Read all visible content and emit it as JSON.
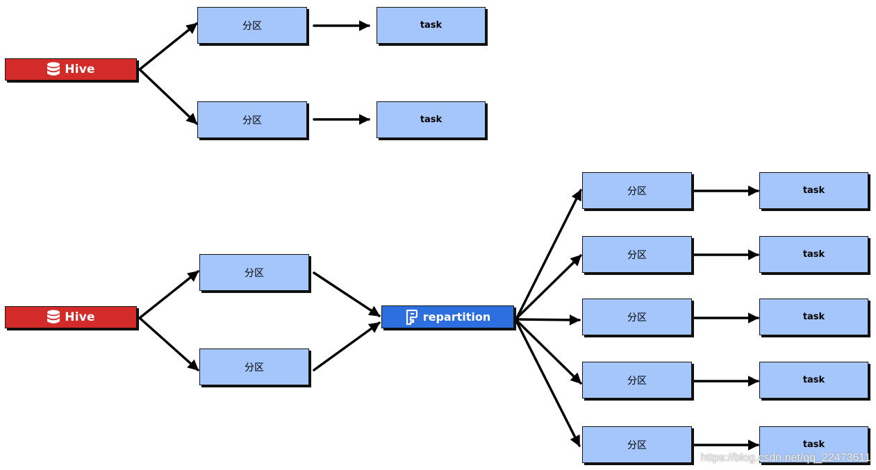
{
  "colors": {
    "hive": "#d32a2a",
    "repartition": "#2e6fe0",
    "partition": "#a4c6fb",
    "arrow": "#000000"
  },
  "top_flow": {
    "source": {
      "label": "Hive",
      "icon": "database-icon"
    },
    "partitions": [
      {
        "label": "分区",
        "task": "task"
      },
      {
        "label": "分区",
        "task": "task"
      }
    ]
  },
  "bottom_flow": {
    "source": {
      "label": "Hive",
      "icon": "database-icon"
    },
    "partitions": [
      {
        "label": "分区"
      },
      {
        "label": "分区"
      }
    ],
    "repartition": {
      "label": "repartition",
      "icon": "flink-logo-icon"
    },
    "outputs": [
      {
        "label": "分区",
        "task": "task"
      },
      {
        "label": "分区",
        "task": "task"
      },
      {
        "label": "分区",
        "task": "task"
      },
      {
        "label": "分区",
        "task": "task"
      },
      {
        "label": "分区",
        "task": "task"
      }
    ]
  },
  "watermark": "https://blog.csdn.net/qq_22473611"
}
